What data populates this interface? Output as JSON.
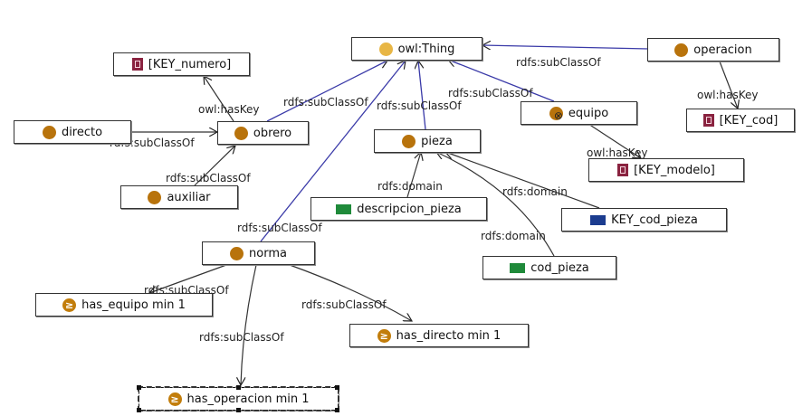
{
  "nodes": {
    "owl_thing": "owl:Thing",
    "operacion": "operacion",
    "key_numero": "[KEY_numero]",
    "directo": "directo",
    "obrero": "obrero",
    "equipo": "equipo",
    "key_cod": "[KEY_cod]",
    "pieza": "pieza",
    "key_modelo": "[KEY_modelo]",
    "auxiliar": "auxiliar",
    "descripcion_pieza": "descripcion_pieza",
    "key_cod_pieza": "KEY_cod_pieza",
    "norma": "norma",
    "cod_pieza": "cod_pieza",
    "has_equipo": "has_equipo min 1",
    "has_directo": "has_directo min 1",
    "has_operacion": "has_operacion min 1"
  },
  "edges": {
    "sub_operacion": "rdfs:subClassOf",
    "sub_equipo": "rdfs:subClassOf",
    "sub_pieza": "rdfs:subClassOf",
    "sub_obrero": "rdfs:subClassOf",
    "haskey_obrero": "owl:hasKey",
    "haskey_operacion": "owl:hasKey",
    "haskey_equipo": "owl:hasKey",
    "sub_directo": "rdfs:subClassOf",
    "sub_auxiliar": "rdfs:subClassOf",
    "domain_desc": "rdfs:domain",
    "domain_keycod": "rdfs:domain",
    "domain_cod": "rdfs:domain",
    "sub_norma": "rdfs:subClassOf",
    "sub_has_equipo": "rdfs:subClassOf",
    "sub_has_directo": "rdfs:subClassOf",
    "sub_has_operacion": "rdfs:subClassOf"
  },
  "colors": {
    "edge": "#3a3aa8",
    "edge_dark": "#333333",
    "class": "#b8730c",
    "key": "#8a2340",
    "datatype": "#1f8a3a",
    "key_datatype": "#1b3c8f"
  }
}
